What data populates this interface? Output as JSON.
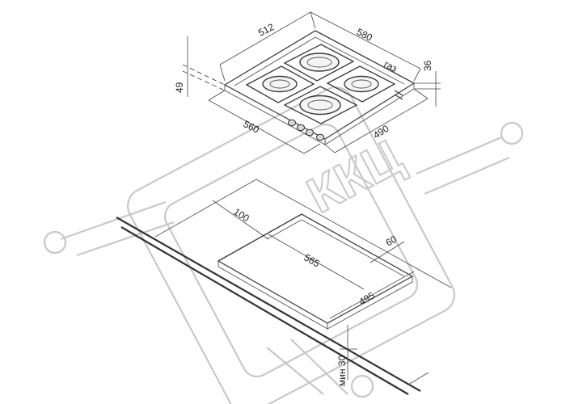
{
  "watermark": {
    "text": "ККЦ",
    "color": "#c8c8c8"
  },
  "dimensions": {
    "top_depth": "512",
    "top_width": "580",
    "gas_label": "газ",
    "height_right": "36",
    "height_left": "49",
    "front_width": "560",
    "side_depth": "490",
    "cutout_offset": "100",
    "cutout_width": "565",
    "cutout_back_offset": "60",
    "cutout_depth": "495",
    "min_thickness": "мин 30"
  },
  "colors": {
    "line": "#3a3a3a",
    "background": "#ffffff"
  }
}
